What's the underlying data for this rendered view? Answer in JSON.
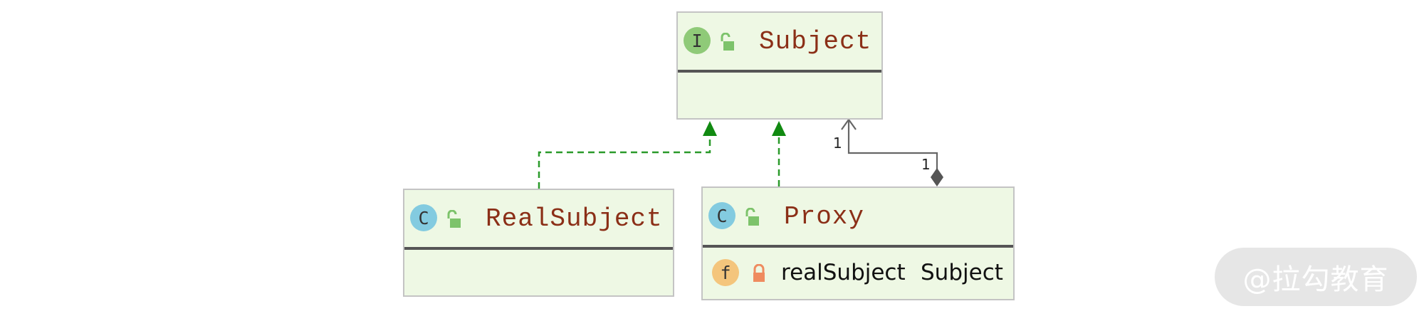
{
  "diagram": {
    "classes": {
      "subject": {
        "badge": "I",
        "kind": "interface",
        "name": "Subject",
        "visibility_icon": "open-lock-icon"
      },
      "real_subject": {
        "badge": "C",
        "kind": "class",
        "name": "RealSubject",
        "visibility_icon": "open-lock-icon"
      },
      "proxy": {
        "badge": "C",
        "kind": "class",
        "name": "Proxy",
        "visibility_icon": "open-lock-icon",
        "fields": [
          {
            "badge": "f",
            "name": "realSubject",
            "type": "Subject",
            "visibility_icon": "closed-lock-icon"
          }
        ]
      }
    },
    "relations": [
      {
        "from": "RealSubject",
        "to": "Subject",
        "type": "implements",
        "style": "dashed",
        "color": "#2a9a2a"
      },
      {
        "from": "Proxy",
        "to": "Subject",
        "type": "implements",
        "style": "dashed",
        "color": "#2a9a2a"
      },
      {
        "from": "Proxy",
        "to": "Subject",
        "type": "composition",
        "source_multiplicity": "1",
        "target_multiplicity": "1"
      }
    ],
    "colors": {
      "box_fill": "#eef8e4",
      "box_border": "#c4c4c4",
      "class_name": "#8b2f17",
      "interface_badge": "#8fca78",
      "class_badge": "#83cbe0",
      "field_badge": "#f4c57c",
      "public_lock": "#7dc36b",
      "private_lock": "#ef8b5f",
      "composition": "#666666"
    }
  },
  "watermark": {
    "text": "@拉勾教育"
  }
}
